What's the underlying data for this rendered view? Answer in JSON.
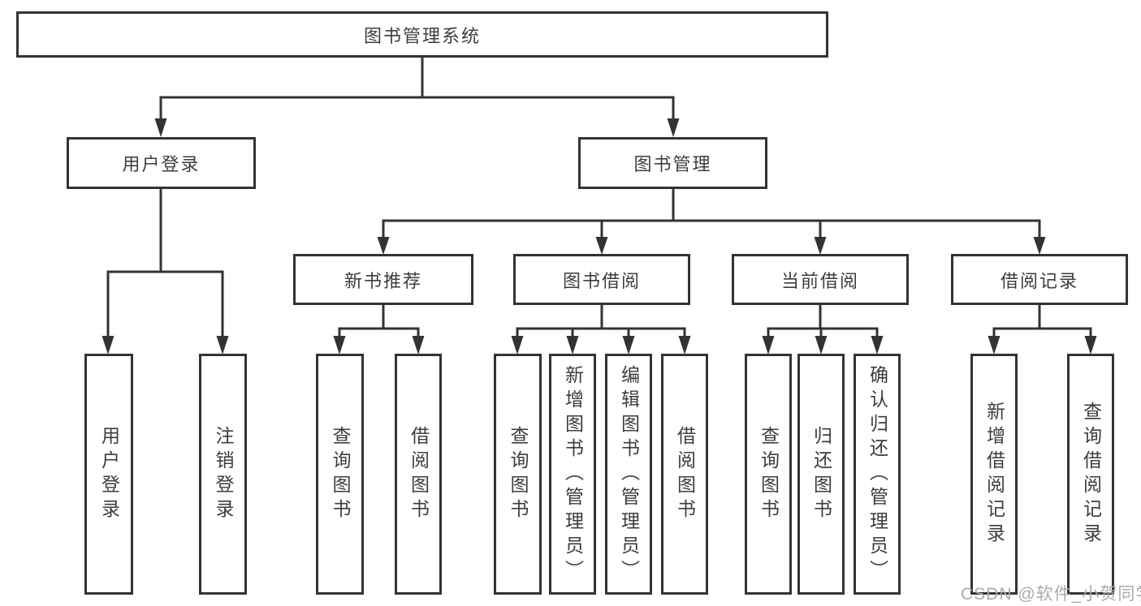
{
  "tree": {
    "label": "图书管理系统",
    "children": [
      {
        "label": "用户登录",
        "children": [
          {
            "label": "用户登录"
          },
          {
            "label": "注销登录"
          }
        ]
      },
      {
        "label": "图书管理",
        "children": [
          {
            "label": "新书推荐",
            "children": [
              {
                "label": "查询图书"
              },
              {
                "label": "借阅图书"
              }
            ]
          },
          {
            "label": "图书借阅",
            "children": [
              {
                "label": "查询图书"
              },
              {
                "label": "新增图书（管理员）"
              },
              {
                "label": "编辑图书（管理员）"
              },
              {
                "label": "借阅图书"
              }
            ]
          },
          {
            "label": "当前借阅",
            "children": [
              {
                "label": "查询图书"
              },
              {
                "label": "归还图书"
              },
              {
                "label": "确认归还（管理员）"
              }
            ]
          },
          {
            "label": "借阅记录",
            "children": [
              {
                "label": "新增借阅记录"
              },
              {
                "label": "查询借阅记录"
              }
            ]
          }
        ]
      }
    ]
  },
  "watermark": {
    "text": "CSDN @软件_小贺同学"
  },
  "colors": {
    "line": "#333333",
    "text": "#3d3d3d",
    "background": "#ffffff",
    "watermark": "#ababab"
  }
}
